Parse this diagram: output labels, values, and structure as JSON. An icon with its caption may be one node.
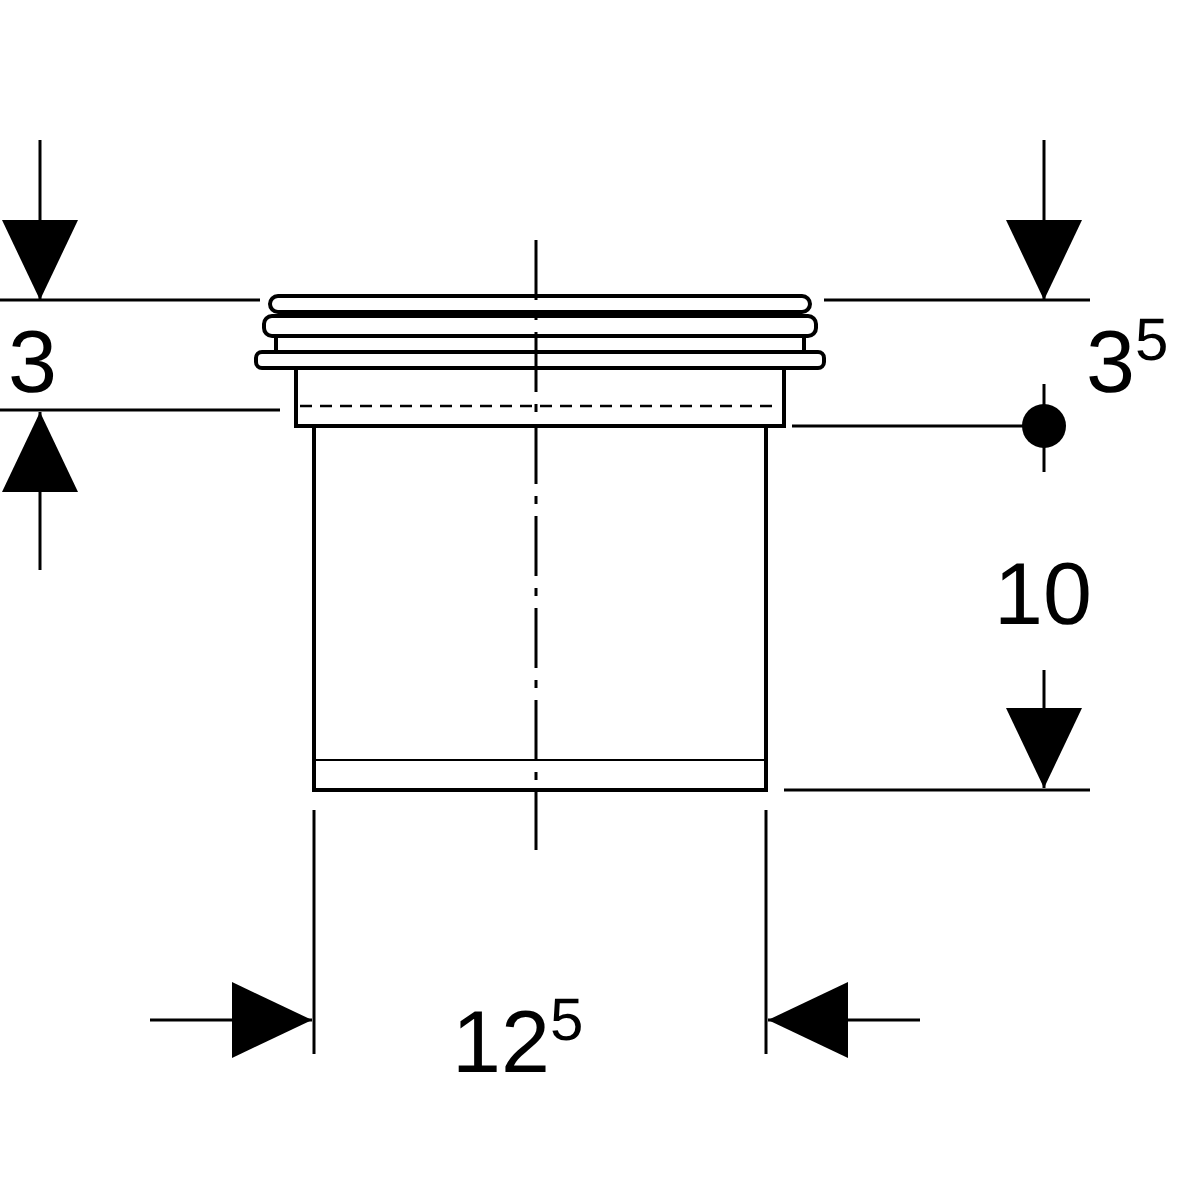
{
  "diagram": {
    "labels": [
      "3",
      "3$^{5}$",
      "10",
      "12$^{5}$"
    ]
  }
}
